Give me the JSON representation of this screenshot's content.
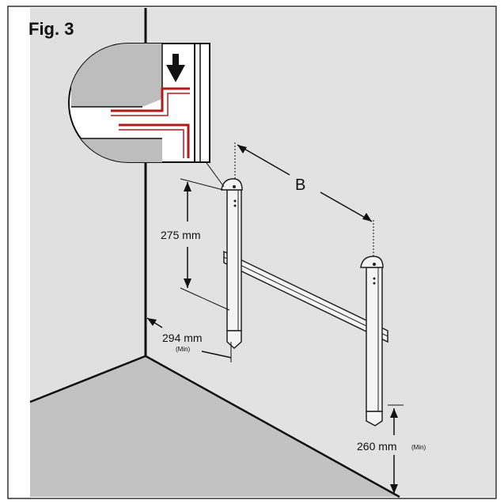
{
  "figure": {
    "title": "Fig. 3",
    "labels": {
      "spacing_b": "B",
      "height_275": "275 mm",
      "offset_294": "294 mm",
      "offset_294_note": "(Min)",
      "floor_260": "260 mm",
      "floor_260_note": "(Min)"
    },
    "colors": {
      "wall": "#e0e0e0",
      "floor": "#c2c2c2",
      "detail_red": "#b01c1c",
      "line": "#111111"
    }
  }
}
